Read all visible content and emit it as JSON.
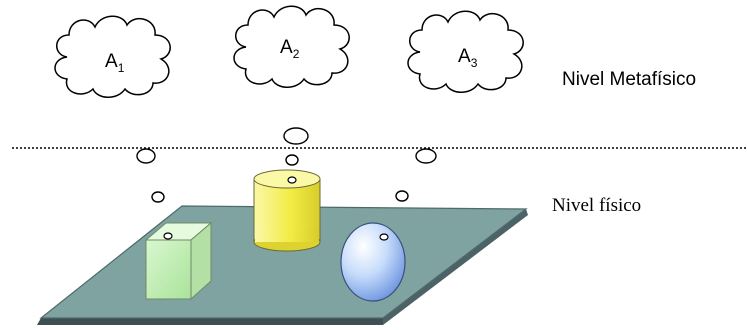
{
  "clouds": [
    {
      "letter": "A",
      "subscript": "1"
    },
    {
      "letter": "A",
      "subscript": "2"
    },
    {
      "letter": "A",
      "subscript": "3"
    }
  ],
  "levels": {
    "metaphysical": "Nivel Metafísico",
    "physical": "Nivel físico"
  },
  "colors": {
    "table_top": "#7fa3a0",
    "table_edge": "#3e4f52",
    "cube": "#c9f2bd",
    "cylinder": "#f4f06a",
    "ellipsoid": "#c2d8f8",
    "divider": "#000000"
  }
}
